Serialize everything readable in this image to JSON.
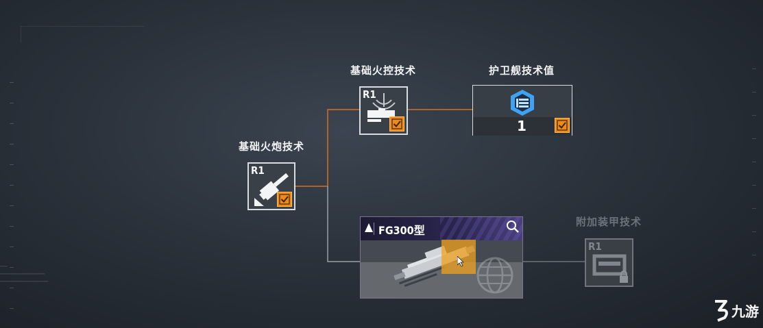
{
  "nodes": {
    "basic_cannon": {
      "title": "基础火炮技术",
      "rank": "R1",
      "status": "completed"
    },
    "basic_fire_control": {
      "title": "基础火控技术",
      "rank": "R1",
      "status": "completed"
    },
    "escort_tech_value": {
      "title": "护卫舰技术值",
      "value": "1",
      "status": "completed"
    },
    "ship": {
      "name": "FG300型"
    },
    "additional_armor": {
      "title": "附加装甲技术",
      "rank": "R1",
      "status": "locked"
    }
  },
  "colors": {
    "accent_orange": "#f08a16",
    "link_orange": "#d6701e",
    "link_gray": "#9aa0a6",
    "ship_header_purple": "#2a2550",
    "tech_value_blue": "#3fa2f2"
  },
  "watermark": {
    "text": "九游"
  }
}
